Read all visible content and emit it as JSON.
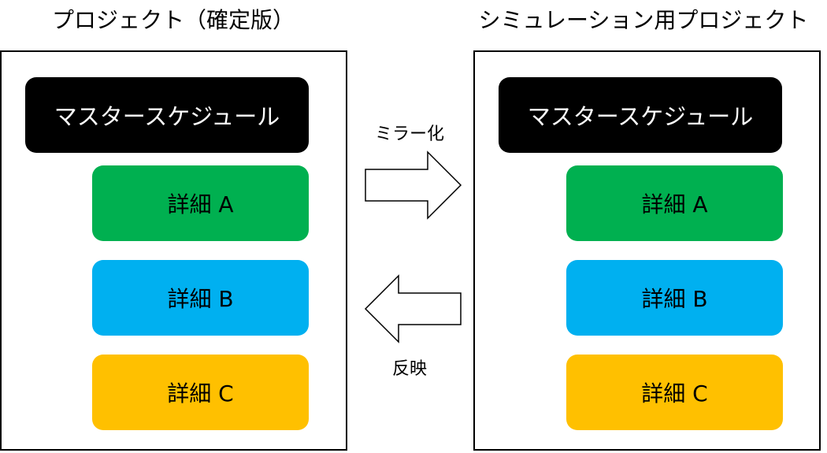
{
  "left_panel": {
    "title": "プロジェクト（確定版）",
    "master": "マスタースケジュール",
    "details": [
      "詳細 A",
      "詳細 B",
      "詳細 C"
    ]
  },
  "right_panel": {
    "title": "シミュレーション用プロジェクト",
    "master": "マスタースケジュール",
    "details": [
      "詳細 A",
      "詳細 B",
      "詳細 C"
    ]
  },
  "arrows": {
    "mirror_label": "ミラー化",
    "reflect_label": "反映"
  },
  "colors": {
    "master": "#000000",
    "detail_a": "#00b050",
    "detail_b": "#00b0f0",
    "detail_c": "#ffc000"
  }
}
